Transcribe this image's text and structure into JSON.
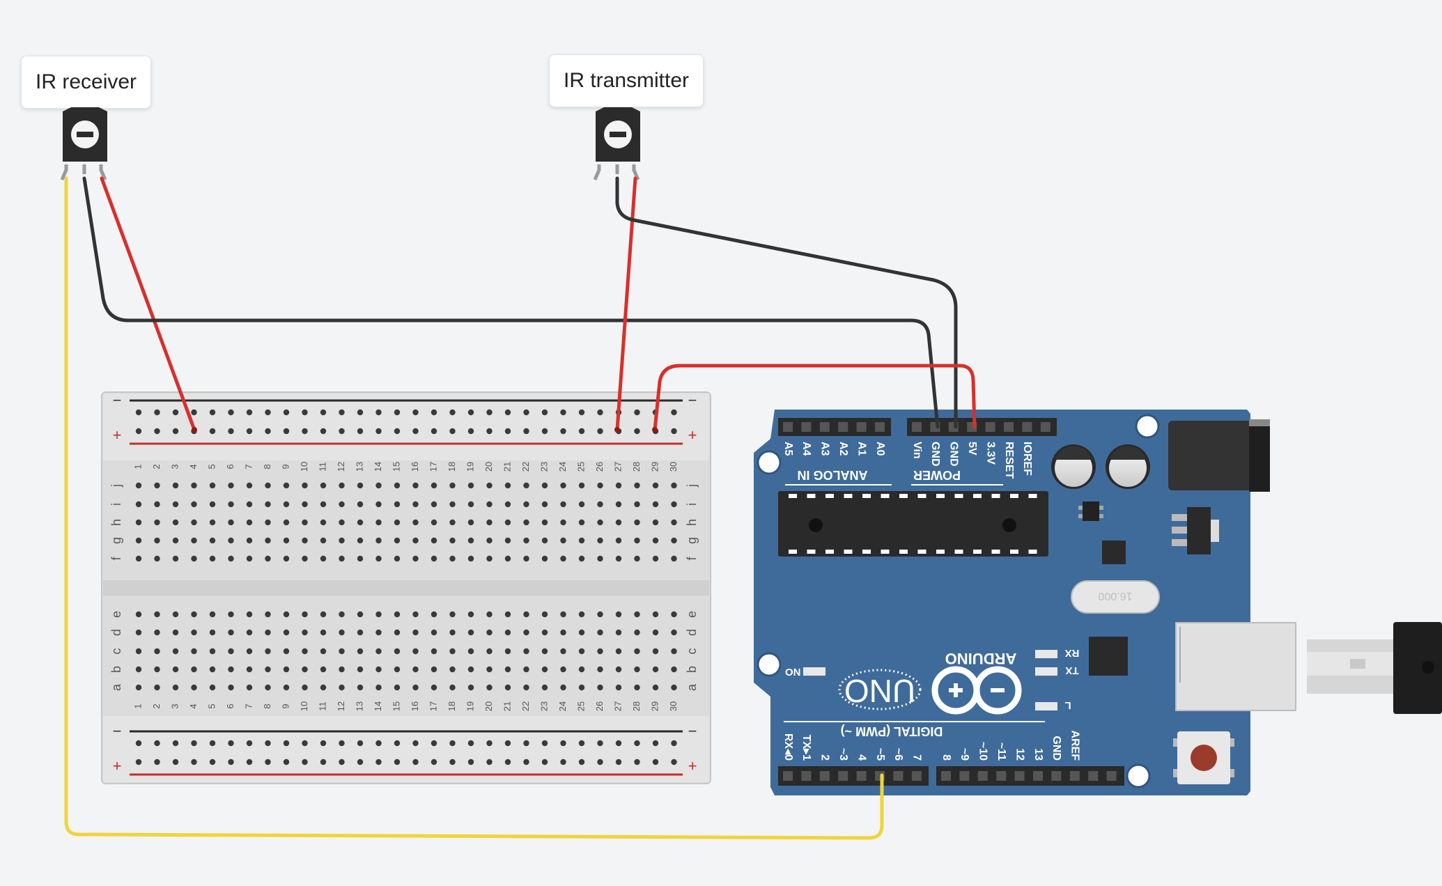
{
  "labels": {
    "receiver": "IR receiver",
    "transmitter": "IR transmitter"
  },
  "breadboard": {
    "columns": [
      "1",
      "2",
      "3",
      "4",
      "5",
      "6",
      "7",
      "8",
      "9",
      "10",
      "11",
      "12",
      "13",
      "14",
      "15",
      "16",
      "17",
      "18",
      "19",
      "20",
      "21",
      "22",
      "23",
      "24",
      "25",
      "26",
      "27",
      "28",
      "29",
      "30"
    ],
    "rows_top": [
      "j",
      "i",
      "h",
      "g",
      "f"
    ],
    "rows_bottom": [
      "e",
      "d",
      "c",
      "b",
      "a"
    ],
    "rail_minus": "−",
    "rail_plus": "+"
  },
  "arduino": {
    "brand": "ARDUINO",
    "model": "UNO",
    "analog_pins": [
      "A5",
      "A4",
      "A3",
      "A2",
      "A1",
      "A0"
    ],
    "analog_title": "ANALOG IN",
    "power_pins": [
      "Vin",
      "GND",
      "GND",
      "5V",
      "3.3V",
      "RESET",
      "IOREF"
    ],
    "power_title": "POWER",
    "digital_pins_low": [
      "RX◂0",
      "TX▸1",
      "2",
      "~3",
      "4",
      "~5",
      "~6",
      "7"
    ],
    "digital_pins_high": [
      "8",
      "~9",
      "~10",
      "~11",
      "12",
      "13",
      "GND",
      "AREF"
    ],
    "digital_title": "DIGITAL (PWM ~)",
    "on_label": "ON",
    "rx_label": "RX",
    "tx_label": "TX",
    "l_label": "L",
    "crystal_text": "16.000"
  },
  "colors": {
    "background": "#f3f4f6",
    "board": "#3f6b9a",
    "wire_red": "#d7302c",
    "wire_black": "#333333",
    "wire_yellow": "#f0d43a"
  }
}
